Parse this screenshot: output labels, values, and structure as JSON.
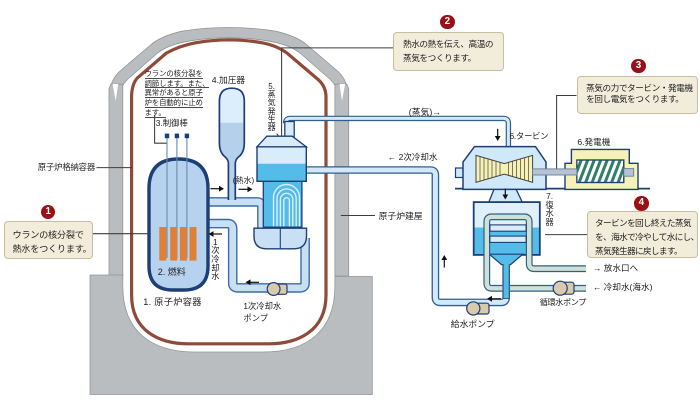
{
  "diagram": {
    "equipment_labels": {
      "reactor_vessel": "1. 原子炉容器",
      "fuel": "2. 燃料",
      "control_rods": "3.制御棒",
      "pressurizer": "4.加圧器",
      "steam_generator": "5.蒸気発生器",
      "turbine": "6.タービン",
      "generator": "6.発電機",
      "condenser": "7.復水器"
    },
    "structure_labels": {
      "containment_vessel": "原子炉格納容器",
      "reactor_building": "原子炉建屋"
    },
    "flow_labels": {
      "hot_water": "(熱水)",
      "steam": "(蒸気)→",
      "primary_coolant": "1次冷却水",
      "primary_coolant_pump": "1次冷却水\nポンプ",
      "secondary_coolant": "← 2次冷却水",
      "feedwater_pump": "給水ポンプ",
      "circulating_water_pump": "循環水ポンプ",
      "to_discharge_outlet": "→ 放水口へ",
      "cooling_water_seawater": "← 冷却水(海水)"
    },
    "control_rod_note": {
      "lines": [
        "ウランの核分裂を",
        "調節します。また、",
        "異常があると原子",
        "炉を自動的に止め",
        "ます。"
      ]
    },
    "callouts": [
      {
        "number": "1",
        "lines": [
          "ウランの核分裂で",
          "熱水をつくります。"
        ]
      },
      {
        "number": "2",
        "lines": [
          "熱水の熱を伝え、高温の",
          "蒸気をつくります。"
        ]
      },
      {
        "number": "3",
        "lines": [
          "蒸気の力でタービン・発電機",
          "を回し電気をつくります。"
        ]
      },
      {
        "number": "4",
        "lines": [
          "タービンを回し終えた蒸気",
          "を、海水で冷やして水にし、",
          "蒸気発生器に戻します。"
        ]
      }
    ],
    "colors": {
      "building_gray": "#babdbf",
      "containment_liner_red": "#8f4a39",
      "equipment_outline_navy": "#1d3f76",
      "primary_pipe_fill": "#c9dff4",
      "primary_pipe_stroke": "#3d6da0",
      "secondary_pipe_fill": "#d3e9fb",
      "water_cyan": "#54bce9",
      "vessel_fill": "#b7d2ee",
      "fuel_orange": "#df8038",
      "turbine_yellow": "#f5f1b7",
      "generator_rotor_green": "#2f8062",
      "seawater_pipe_fill": "#cfe0d5",
      "pump_tan": "#d9caac",
      "callout_bg": "#f2edda",
      "callout_border": "#c8be9f",
      "callout_number_red": "#9b1016"
    }
  }
}
